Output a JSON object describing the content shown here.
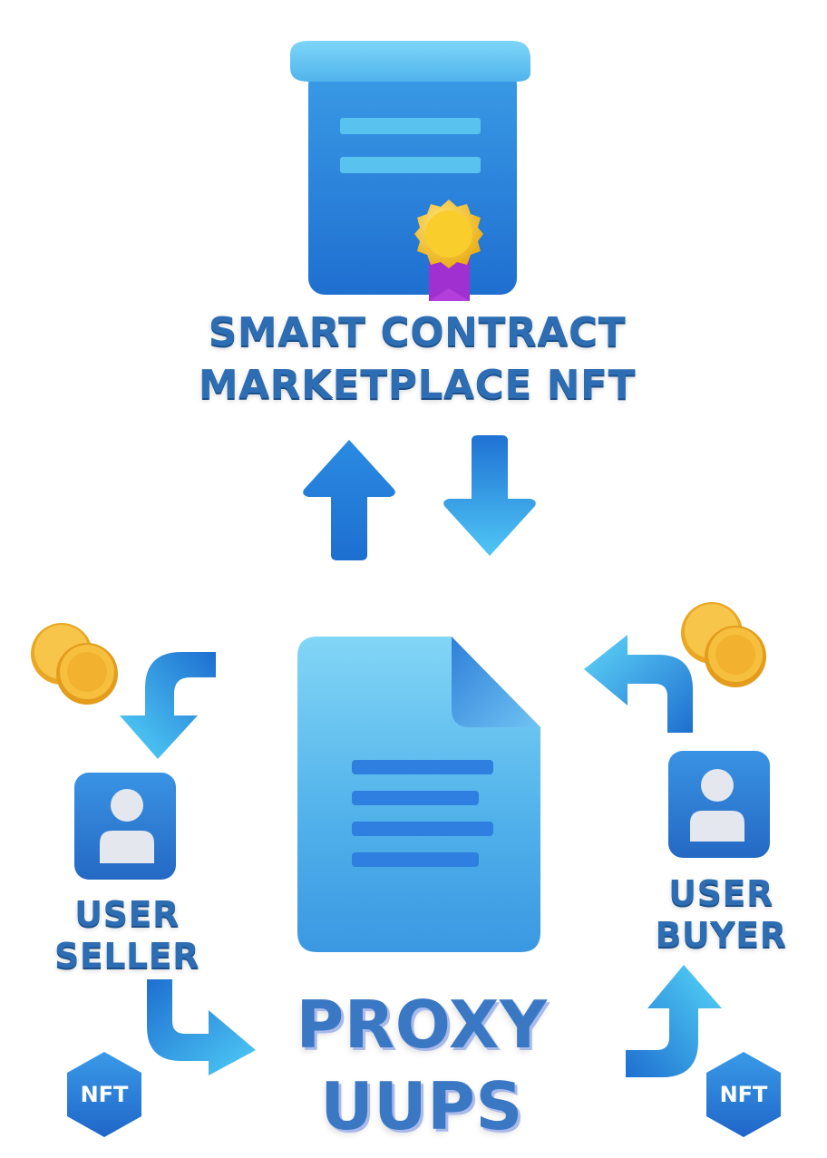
{
  "title": {
    "line1": "SMART CONTRACT",
    "line2": "MARKETPLACE  NFT"
  },
  "seller": {
    "line1": "USER",
    "line2": "SELLER"
  },
  "buyer": {
    "line1": "USER",
    "line2": "BUYER"
  },
  "proxy": {
    "line1": "PROXY",
    "line2": "UUPS"
  },
  "nft_badge": "NFT",
  "colors": {
    "primary_blue": "#2f80d8",
    "label_blue": "#2d6db3",
    "coin_gold": "#f2b93b",
    "seal_gold": "#f5c518",
    "ribbon_purple": "#b23fd9"
  },
  "icons": {
    "top": "certificate-contract-icon",
    "center": "document-icon",
    "user": "user-profile-icon",
    "coins": "coins-icon",
    "badge": "nft-hexagon-icon"
  }
}
